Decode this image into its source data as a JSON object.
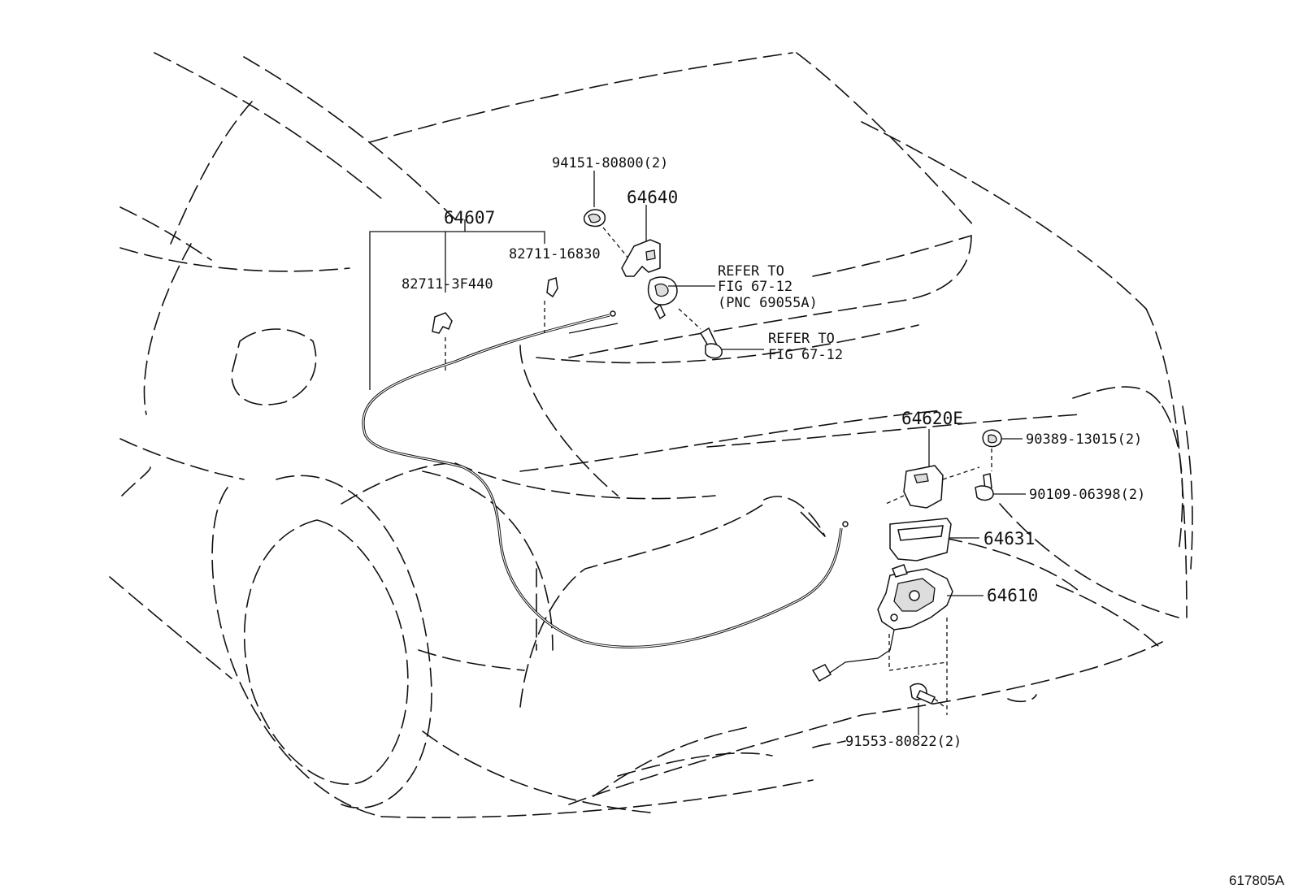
{
  "diagram_id": "617805A",
  "callouts": {
    "c64607": "64607",
    "c82711_3f440": "82711-3F440",
    "c82711_16830": "82711-16830",
    "c94151": "94151-80800(2)",
    "c64640": "64640",
    "ref1_line1": "REFER TO",
    "ref1_line2": "FIG 67-12",
    "ref1_line3": "(PNC 69055A)",
    "ref2_line1": "REFER TO",
    "ref2_line2": "FIG 67-12",
    "c64620e": "64620E",
    "c90389": "90389-13015(2)",
    "c90109": "90109-06398(2)",
    "c64631": "64631",
    "c64610": "64610",
    "c91553": "91553-80822(2)"
  },
  "icons": {
    "car": "car-rear-outline-icon",
    "cable": "release-cable-icon",
    "clip": "cable-clip-icon",
    "lock": "lock-assembly-icon"
  }
}
